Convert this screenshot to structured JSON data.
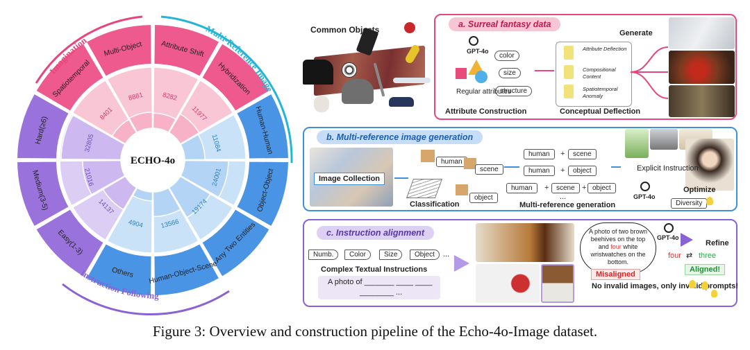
{
  "wheel": {
    "center": "ECHO-4o",
    "groups": [
      "Imagination",
      "Multi-Reference Image",
      "Instruction Following"
    ],
    "segments": [
      {
        "label": "Spatiotemporal",
        "count": "8401"
      },
      {
        "label": "Multi-Object",
        "count": "8881"
      },
      {
        "label": "Attribute Shift",
        "count": "8282"
      },
      {
        "label": "Hybridization",
        "count": "11977"
      },
      {
        "label": "Human-Human",
        "count": "11084"
      },
      {
        "label": "Object-Object",
        "count": "24001"
      },
      {
        "label": "Any Two Entities",
        "count": "19174"
      },
      {
        "label": "Human-Object-Scene",
        "count": "13566"
      },
      {
        "label": "Others",
        "count": "4904"
      },
      {
        "label": "Easy(1-3)",
        "count": "14137"
      },
      {
        "label": "Medium(3-5)",
        "count": "21016"
      },
      {
        "label": "Hard(≥6)",
        "count": "32805"
      }
    ]
  },
  "common_objects": "Common Objects",
  "panel_a": {
    "title": "a. Surreal fantasy data",
    "gpt": "GPT-4o",
    "attrs": [
      "color",
      "size",
      "structure"
    ],
    "regular": "Regular attributes",
    "attr_construction": "Attribute Construction",
    "deflections": [
      "Attribute Deflection",
      "Compositional Content",
      "Spatiotemporal Anomaly"
    ],
    "conceptual": "Conceptual Deflection",
    "generate": "Generate"
  },
  "panel_b": {
    "title": "b. Multi-reference image generation",
    "image_collection": "Image Collection",
    "classification": "Classification",
    "classes": [
      "human",
      "scene",
      "object"
    ],
    "combos": [
      [
        "human",
        "scene"
      ],
      [
        "human",
        "object"
      ],
      [
        "human",
        "scene",
        "object"
      ]
    ],
    "ellipsis": "...",
    "multi_ref": "Multi-reference generation",
    "explicit": "Explicit Instruction",
    "gpt": "GPT-4o",
    "optimize": "Optimize",
    "diversity": "Diversity"
  },
  "panel_c": {
    "title": "c. Instruction alignment",
    "tags": [
      "Numb.",
      "Color",
      "Size",
      "Object"
    ],
    "tag_ellipsis": "...",
    "complex": "Complex Textual Instructions",
    "template_line1": "A photo of _______ ____ ____",
    "template_line2": "________ ...",
    "bubble_pre": "A photo of two brown beehives on the top and ",
    "bubble_num": "four",
    "bubble_post": " white wristwatches on the bottom.",
    "misaligned": "Misaligned",
    "no_invalid": "No invalid images, only invalid prompts!",
    "gpt": "GPT-4o",
    "refine": "Refine",
    "four": "four",
    "three": "three",
    "aligned": "Aligned!"
  },
  "caption": "Figure 3: Overview and construction pipeline of the Echo-4o-Image dataset.",
  "colors": {
    "pink": "#e8457b",
    "blue": "#3d8fe0",
    "purple": "#8a62d4",
    "cyan": "#23b5d6"
  }
}
